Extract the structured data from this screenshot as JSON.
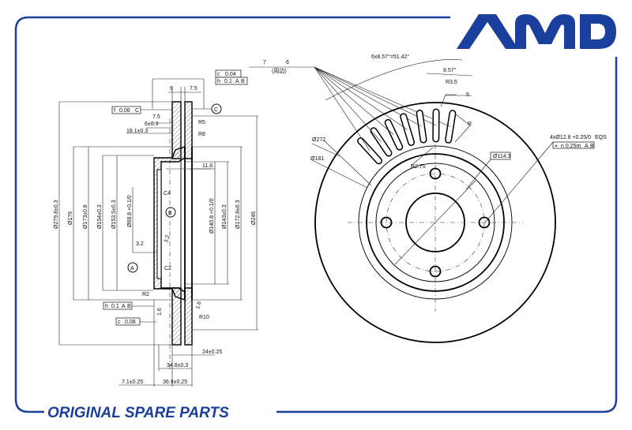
{
  "brand": {
    "logo_text": "AMD",
    "footer": "ORIGINAL SPARE PARTS",
    "color": "#1b3f9c"
  },
  "section_view": {
    "dim_9": "9",
    "dim_7_5_top": "7.5",
    "tol_c": "c",
    "tol_c_val": "0.04",
    "tol_h": "h",
    "tol_h_val": "0.1",
    "datum_a": "A",
    "datum_b": "B",
    "tol_f": "f",
    "tol_f_val": "0.08",
    "tol_f_datum": "C",
    "datum_c_circle": "C",
    "dim_7_5": "7.5",
    "dim_6": "6±0.3",
    "dim_18_1": "18.1±0.3",
    "r5": "R5",
    "r8": "R8",
    "dim_11_6": "11.6",
    "c4": "C4",
    "datum_b_circle": "B",
    "d279_8": "Ø279.8±0.3",
    "d176": "Ø176",
    "d173": "Ø173±0.8",
    "d154": "Ø154±0.3",
    "d153_5": "Ø153.5±0.3",
    "d68_8": "Ø68.8 +0.1/0",
    "rough_3_2a": "3.2",
    "rough_3_2b": "3.2",
    "datum_a_circle": "A",
    "c2": "C2",
    "r2": "R2",
    "d140_8": "Ø140.8 +0.1/0",
    "d143": "Ø143±0.3",
    "d172_8": "Ø172.8±0.3",
    "d246": "Ø246",
    "tol2_h": "h",
    "tol2_h_val": "0.1",
    "tol2_c": "c",
    "tol2_c_val": "0.08",
    "rough_1_6a": "1.6",
    "rough_1_6b": "1.6",
    "r10": "R10",
    "dim_24": "24±0.25",
    "dim_34_8": "34.8±0.3",
    "dim_7_1": "7.1±0.25",
    "dim_36_9": "36.9±0.25"
  },
  "front_view": {
    "rough_7": "7",
    "rough_6": "6",
    "rough_note": "(周边)",
    "angle_total": "6x8.57°=51.42°",
    "angle_step": "8.57°",
    "r3_5": "R3.5",
    "dim_5": "5",
    "r": "R",
    "d272": "Ø272",
    "d181": "Ø181",
    "r2_75": "R2.75",
    "d114_3": "Ø114.3",
    "holes": "4xØ12.8 +0.25/0",
    "eqs": "EQS",
    "pos_sym": "⌖",
    "pos_val": "n 0.25m",
    "pos_a": "A",
    "pos_b": "B"
  }
}
